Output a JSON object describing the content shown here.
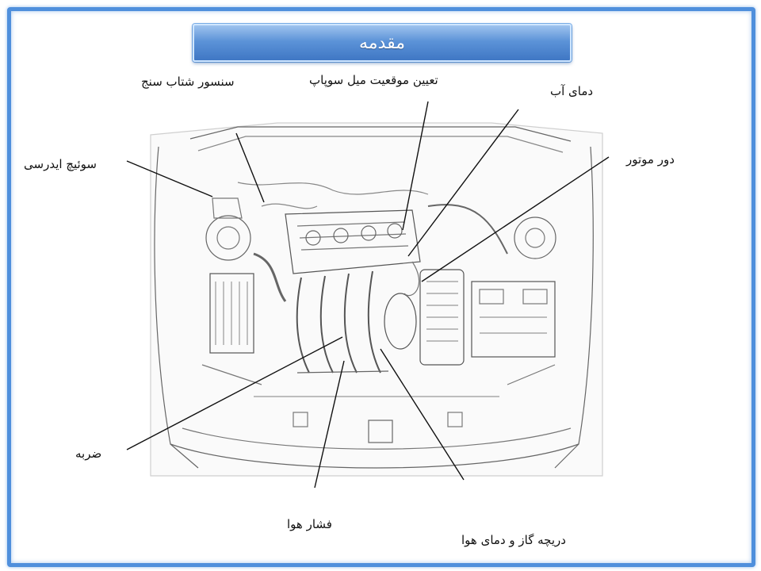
{
  "slide": {
    "title": "مقدمه"
  },
  "callouts": {
    "accelerometer_sensor": "سنسور شتاب سنج",
    "throttle_position": "تعیین موقعیت میل سوپاپ",
    "water_temp": "دمای آب",
    "engine_rpm": "دور موتور",
    "ac_switch": "سوئیچ ایدرسی",
    "knock": "ضربه",
    "air_pressure": "فشار هوا",
    "throttle_air_temp": "دریچه گاز و دمای هوا"
  },
  "colors": {
    "frame": "#4f8fdc",
    "title_bg": "#4f86cf",
    "line": "#111111"
  }
}
